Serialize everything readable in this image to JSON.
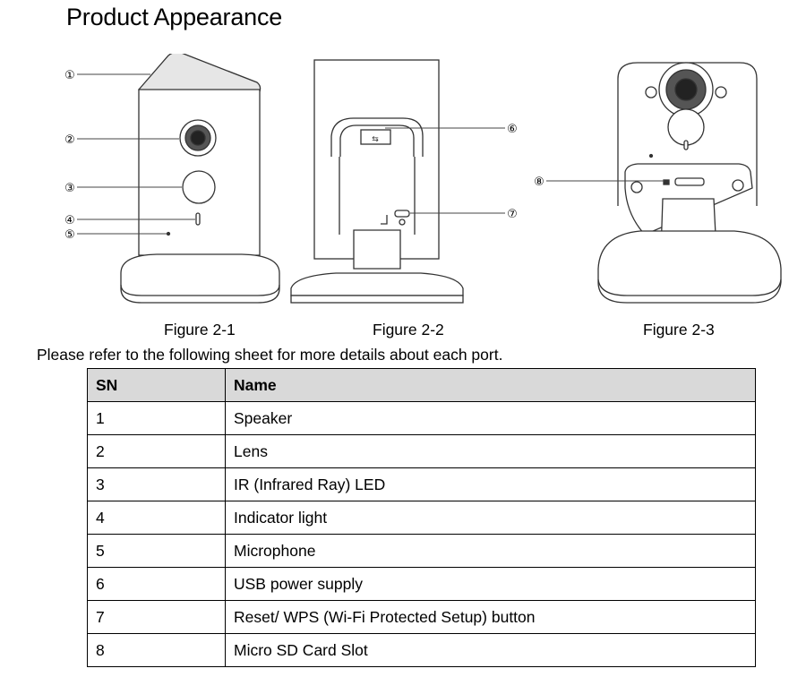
{
  "page": {
    "title": "Product Appearance",
    "figure_labels": [
      "Figure 2-1",
      "Figure 2-2",
      "Figure 2-3"
    ],
    "callouts": [
      "①",
      "②",
      "③",
      "④",
      "⑤",
      "⑥",
      "⑦",
      "⑧"
    ],
    "intro": "Please refer to the following sheet for more details about each port."
  },
  "table": {
    "headers": [
      "SN",
      "Name"
    ],
    "rows": [
      [
        "1",
        "Speaker"
      ],
      [
        "2",
        "Lens"
      ],
      [
        "3",
        "IR (Infrared Ray) LED"
      ],
      [
        "4",
        "Indicator light"
      ],
      [
        "5",
        "Microphone"
      ],
      [
        "6",
        "USB power supply"
      ],
      [
        "7",
        "Reset/ WPS (Wi-Fi Protected Setup)  button"
      ],
      [
        "8",
        "Micro SD Card Slot"
      ]
    ]
  }
}
